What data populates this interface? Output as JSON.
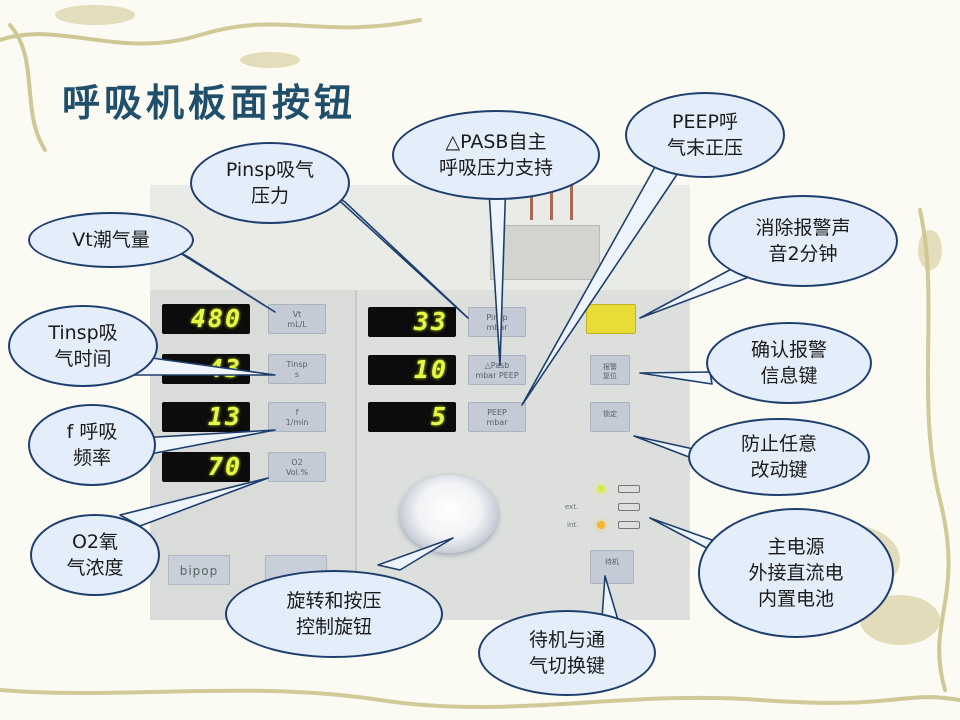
{
  "slide": {
    "title": "呼吸机板面按钮"
  },
  "colors": {
    "bubble_fill": "#e4eefa",
    "bubble_border": "#1e3f6e",
    "display_digits": "#e6f84a",
    "title": "#1f4f6a"
  },
  "device": {
    "sticker_text": "",
    "displays": {
      "vt": "480",
      "tinsp": "43",
      "f": "13",
      "o2": "70",
      "pinsp": "33",
      "pasb": "10",
      "peep": "5"
    },
    "button_labels": {
      "vt": "Vt\nmL/L",
      "tinsp": "Tinsp\ns",
      "f": "f\n1/min",
      "o2": "O2\nVol.%",
      "pinsp": "Pinsp\nmbar",
      "pasb": "△Pasb\nmbar PEEP",
      "peep": "PEEP\nmbar",
      "alarm_reset": "报警\n复位",
      "lock": "锁定",
      "standby": "待机"
    },
    "led_labels": {
      "ext": "ext.",
      "int": "int."
    },
    "brand": "bipop"
  },
  "callouts": {
    "pinsp": "Pinsp吸气\n压力",
    "pasb": "△PASB自主\n呼吸压力支持",
    "peep": "PEEP呼\n气末正压",
    "vt": "Vt潮气量",
    "alarm_silence": "消除报警声\n音2分钟",
    "tinsp": "Tinsp吸\n气时间",
    "alarm_confirm": "确认报警\n信息键",
    "f": "f 呼吸\n频率",
    "lock": "防止任意\n改动键",
    "o2": "O2氧\n气浓度",
    "power": "主电源\n外接直流电\n内置电池",
    "knob": "旋转和按压\n控制旋钮",
    "standby": "待机与通\n气切换键"
  }
}
